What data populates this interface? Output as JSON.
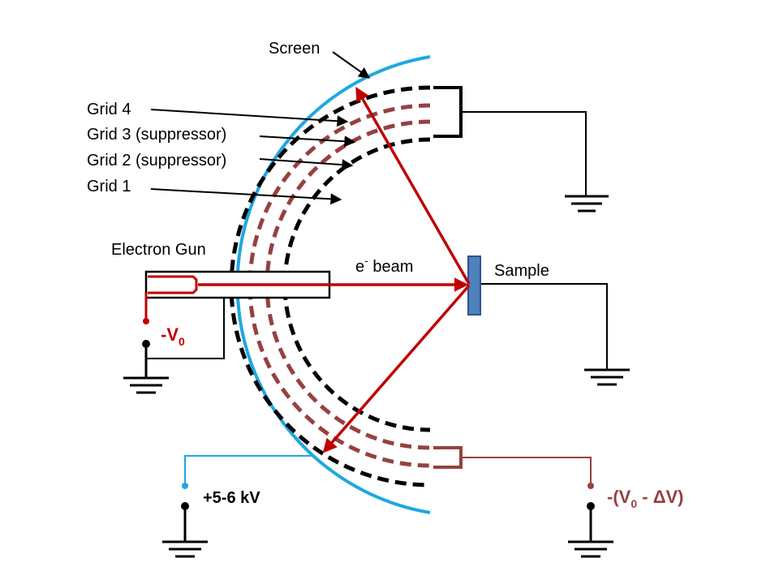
{
  "labels": {
    "screen": "Screen",
    "grid4": "Grid 4",
    "grid3": "Grid 3 (suppressor)",
    "grid2": "Grid 2 (suppressor)",
    "grid1": "Grid 1",
    "electron_gun": "Electron Gun",
    "beam_main": "e",
    "beam_sup": "-",
    "beam_rest": " beam",
    "sample": "Sample",
    "v0_main": "-V",
    "v0_sub": "0",
    "hv": "+5-6 kV",
    "dv_part1": "-(V",
    "dv_sub": "0",
    "dv_part2": " - ",
    "dv_delta": "Δ",
    "dv_part3": "V)"
  },
  "colors": {
    "screen": "#1ea8e0",
    "grid_black": "#000000",
    "grid_suppressor": "#96413f",
    "beam": "#c00000",
    "sample_fill": "#4f81bd",
    "sample_stroke": "#2f528f",
    "retard_wire": "#96413f"
  }
}
